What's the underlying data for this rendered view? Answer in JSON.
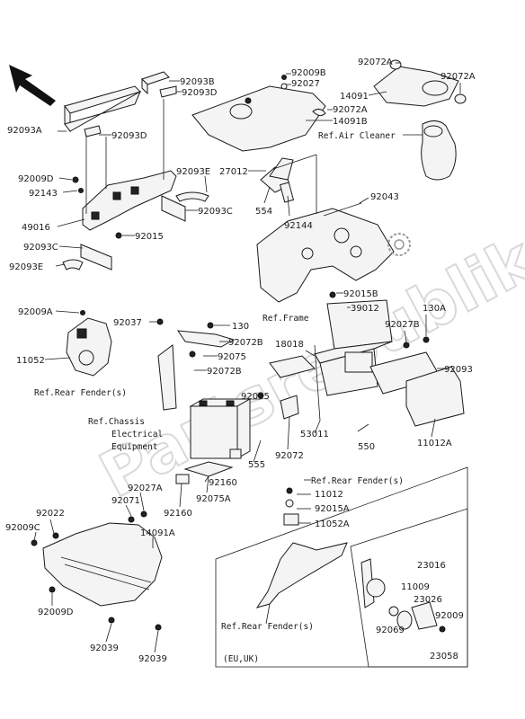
{
  "labels": {
    "l92093B": "92093B",
    "l92093D_top": "92093D",
    "l92093A": "92093A",
    "l92093D_mid": "92093D",
    "l92009D_top": "92009D",
    "l92143": "92143",
    "l92093E_top": "92093E",
    "l49016": "49016",
    "l92093C_right": "92093C",
    "l92015_left": "92015",
    "l92093C_left": "92093C",
    "l92093E_bottom": "92093E",
    "l92009B": "92009B",
    "l92027": "92027",
    "l92072A_a": "92072A",
    "l92072A_b": "92072A",
    "l14091": "14091",
    "l92072A_c": "92072A",
    "l14091B": "14091B",
    "l27012": "27012",
    "l554": "554",
    "l92144": "92144",
    "l92043": "92043",
    "l92009A": "92009A",
    "l11052": "11052",
    "l92037": "92037",
    "l130_left": "130",
    "l92072B_a": "92072B",
    "l92075": "92075",
    "l92072B_b": "92072B",
    "l92015B": "92015B",
    "l39012": "39012",
    "l130A": "130A",
    "l92027B": "92027B",
    "l18018": "18018",
    "l92093": "92093",
    "l92015_mid": "92015",
    "l53011": "53011",
    "l550": "550",
    "l11012A": "11012A",
    "l92072": "92072",
    "l555": "555",
    "l92160_a": "92160",
    "l92075A": "92075A",
    "l92160_b": "92160",
    "l92027A": "92027A",
    "l92071": "92071",
    "l92022": "92022",
    "l92009C": "92009C",
    "l14091A": "14091A",
    "l92009D_bottom": "92009D",
    "l92039_a": "92039",
    "l92039_b": "92039",
    "l11012": "11012",
    "l92015A": "92015A",
    "l11052A": "11052A",
    "l23016": "23016",
    "l11009": "11009",
    "l23026": "23026",
    "l92069": "92069",
    "l92009": "92009",
    "l23058": "23058"
  },
  "refs": {
    "air_cleaner": "Ref.Air Cleaner",
    "frame": "Ref.Frame",
    "rear_fender_1": "Ref.Rear Fender(s)",
    "chassis_1": "Ref.Chassis",
    "chassis_2": "Electrical",
    "chassis_3": "Equipment",
    "rear_fender_2": "Ref.Rear Fender(s)",
    "rear_fender_3": "Ref.Rear Fender(s)",
    "region": "(EU,UK)"
  }
}
